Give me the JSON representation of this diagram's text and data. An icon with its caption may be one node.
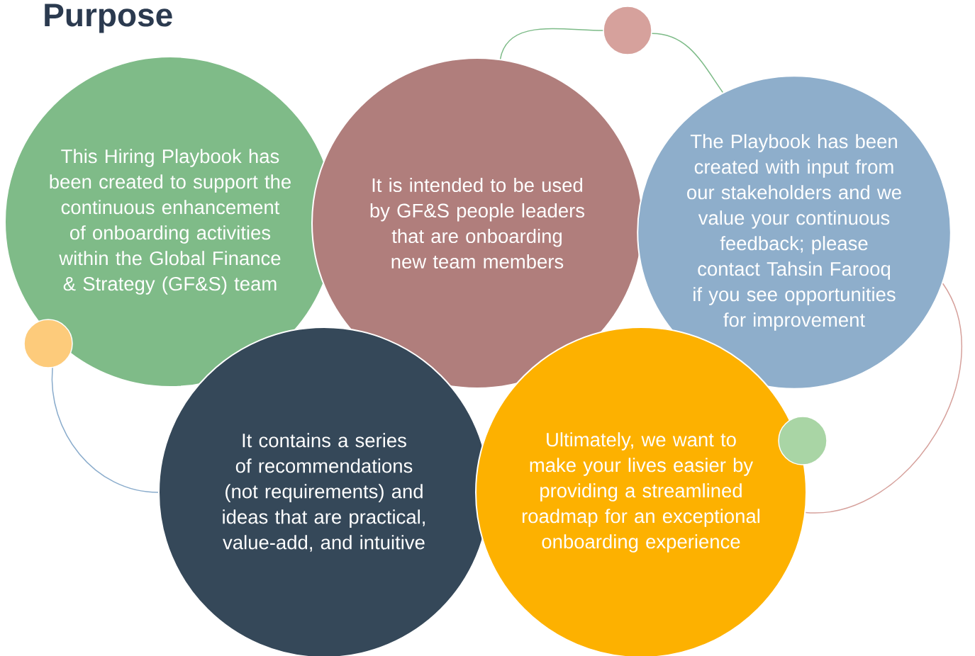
{
  "diagram": {
    "title": "Purpose",
    "nodes": [
      {
        "text": [
          "This Hiring Playbook has been created to support the continuous enhancement of onboarding activities within the Global Finance & Strategy (GF&S) team"
        ]
      },
      {
        "text": [
          "It is intended to be used by GF&S people leaders that are onboarding new team members"
        ]
      },
      {
        "text": [
          "The Playbook has been created with input from our stakeholders and we value your continuous feedback; please contact Tahsin Farooq if you see opportunities for improvement"
        ]
      },
      {
        "text": [
          "It contains a series of recommendations (not requirements) and ideas that are practical, value-add, and intuitive"
        ]
      },
      {
        "text": [
          "Ultimately, we want to make your lives easier by providing a streamlined roadmap for an exceptional onboarding experience"
        ]
      },
      {
        "text": [],
        "shape": "circle"
      },
      {
        "text": [],
        "shape": "circle"
      },
      {
        "text": [],
        "shape": "circle"
      }
    ],
    "edges": [
      {
        "from": 1,
        "to": 5,
        "arrow": "none",
        "color": "#7dbb88"
      },
      {
        "from": 5,
        "to": 2,
        "arrow": "none",
        "color": "#7dbb88"
      },
      {
        "from": 6,
        "to": 3,
        "arrow": "none",
        "color": "#8aaccc"
      },
      {
        "from": 2,
        "to": 4,
        "arrow": "none",
        "color": "#d6a19c"
      }
    ]
  }
}
